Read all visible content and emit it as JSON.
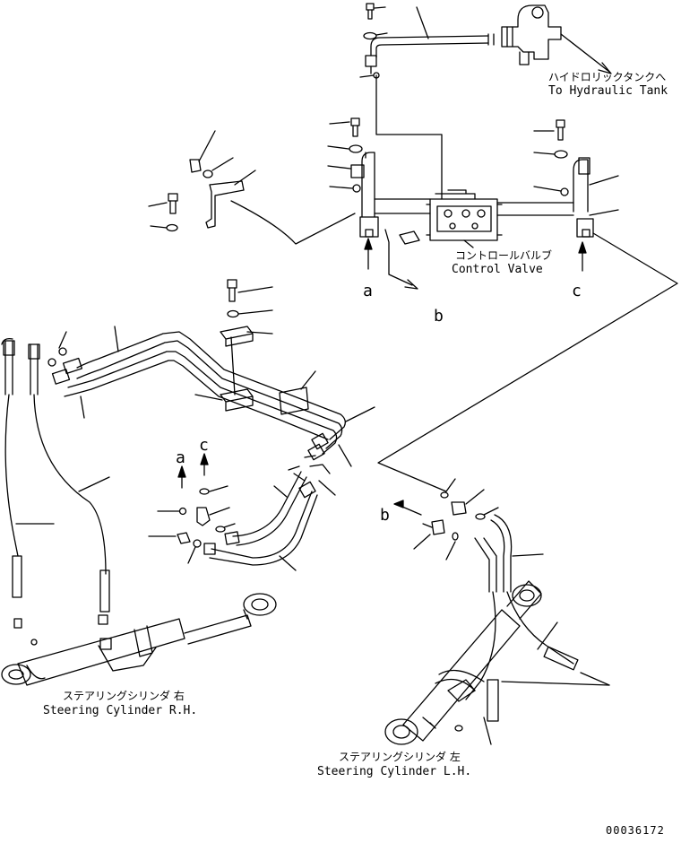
{
  "labels": {
    "hydraulic_tank_jp": "ハイドロリックタンクへ",
    "hydraulic_tank_en": "To Hydraulic Tank",
    "control_valve_jp": "コントロールバルブ",
    "control_valve_en": "Control Valve",
    "cyl_rh_jp": "ステアリングシリンダ 右",
    "cyl_rh_en": "Steering Cylinder R.H.",
    "cyl_lh_jp": "ステアリングシリンダ 左",
    "cyl_lh_en": "Steering Cylinder L.H.",
    "drawing_no": "00036172"
  },
  "markers": {
    "a": "a",
    "b": "b",
    "c": "c"
  }
}
